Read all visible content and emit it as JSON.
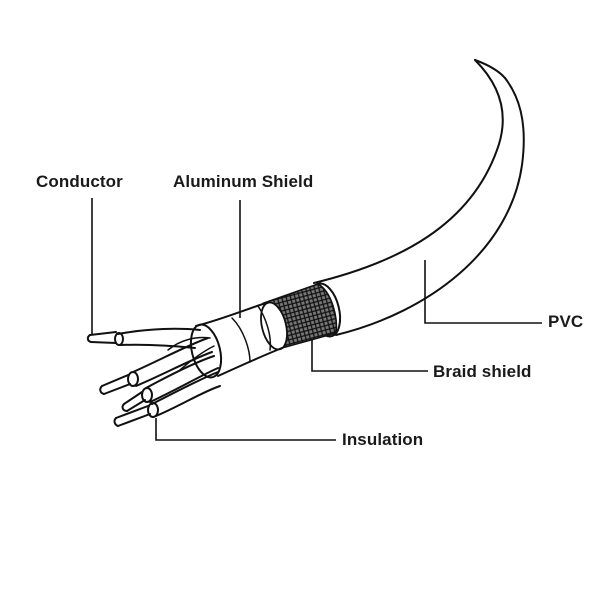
{
  "labels": {
    "conductor": "Conductor",
    "aluminum_shield": "Aluminum Shield",
    "pvc": "PVC",
    "braid_shield": "Braid shield",
    "insulation": "Insulation"
  },
  "colors": {
    "line": "#111111",
    "background": "#ffffff"
  }
}
